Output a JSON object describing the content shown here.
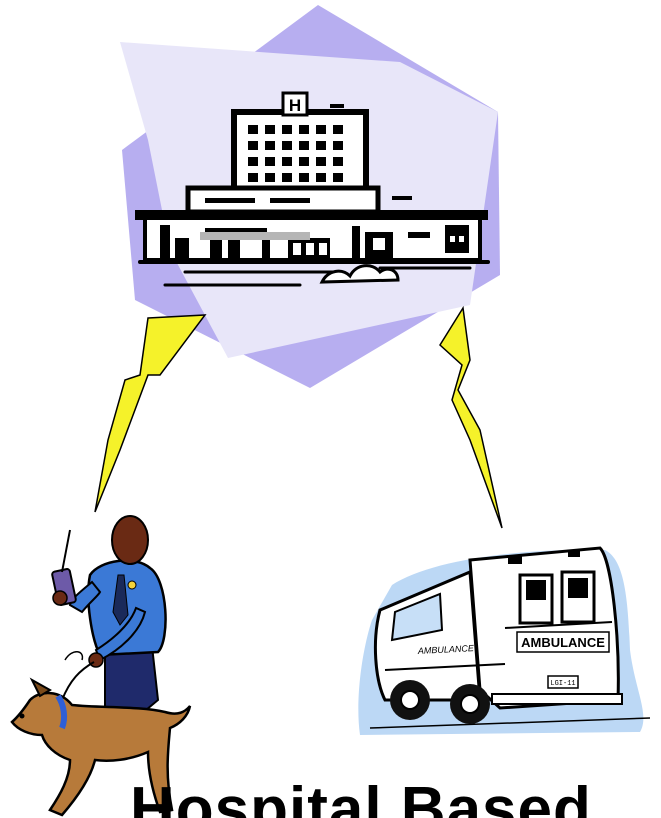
{
  "scene": {
    "hospital": {
      "sign_letter": "H"
    },
    "ambulance": {
      "side_text": "AMBULANCE",
      "rear_text": "AMBULANCE",
      "plate_text": "LGI-11"
    }
  },
  "caption_partial": "Hospital Based"
}
